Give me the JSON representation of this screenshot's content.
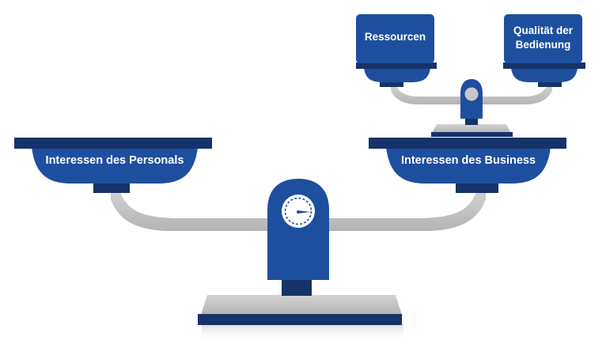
{
  "main_scale": {
    "left_pan": {
      "label": "Interessen des Personals"
    },
    "right_pan": {
      "label": "Interessen des Business"
    }
  },
  "small_scale": {
    "left_weight": {
      "label": "Ressourcen"
    },
    "right_weight": {
      "label_line1": "Qualität der",
      "label_line2": "Bedienung"
    }
  },
  "colors": {
    "blue": "#1e4f9e",
    "dark_navy": "#16336a",
    "gray": "#c3c3c3",
    "gray_shadow": "#9e9e9e"
  }
}
